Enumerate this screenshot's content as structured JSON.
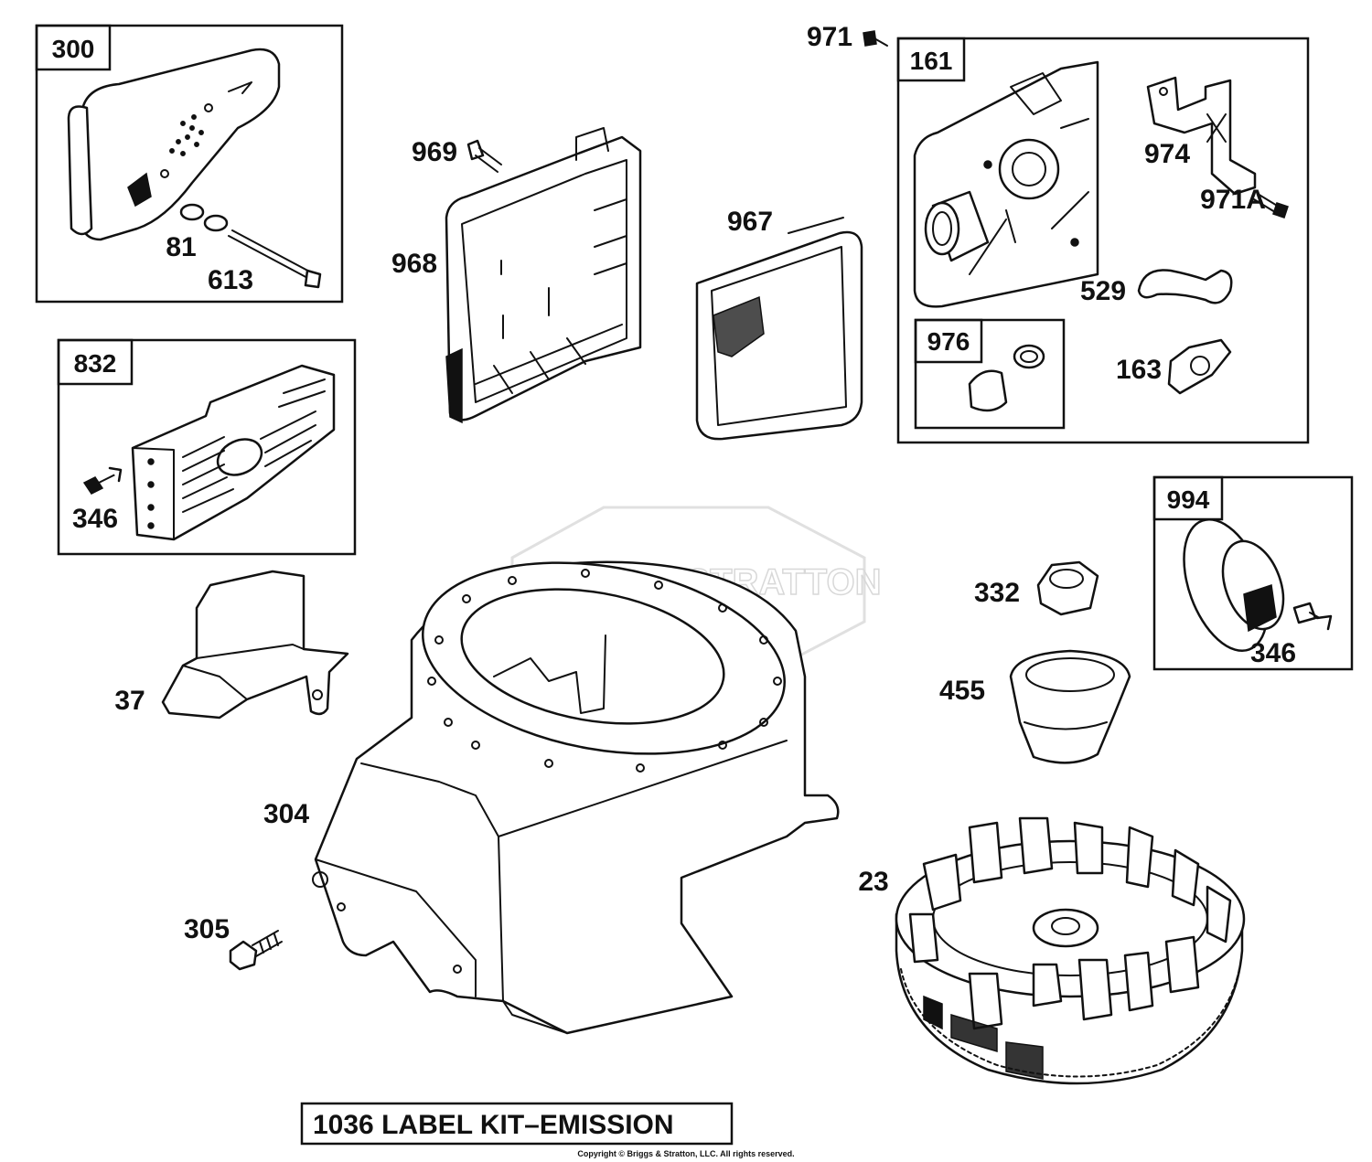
{
  "callouts": {
    "c300": "300",
    "c81": "81",
    "c613": "613",
    "c832": "832",
    "c346a": "346",
    "c969": "969",
    "c968": "968",
    "c967": "967",
    "c971": "971",
    "c161": "161",
    "c974": "974",
    "c971a": "971A",
    "c529": "529",
    "c976": "976",
    "c163": "163",
    "c994": "994",
    "c346b": "346",
    "c332": "332",
    "c455": "455",
    "c37": "37",
    "c304": "304",
    "c305": "305",
    "c23": "23"
  },
  "watermark": "BRIGGS & STRATTON",
  "caption": "1036 LABEL KIT–EMISSION",
  "copyright": "Copyright © Briggs & Stratton, LLC. All rights reserved."
}
